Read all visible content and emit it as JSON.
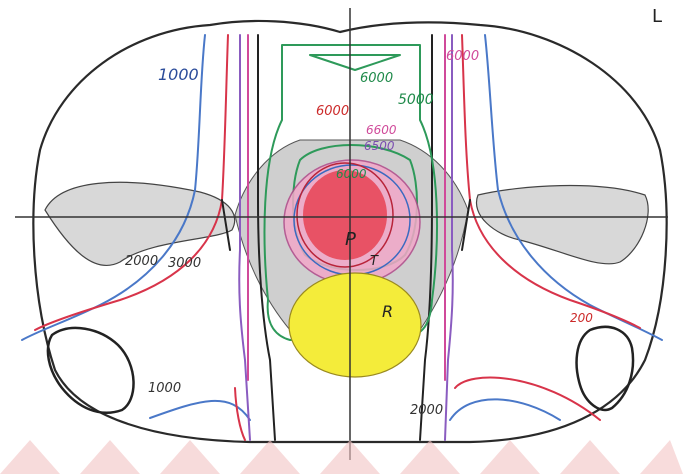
{
  "orientation_mark": "L",
  "organs": {
    "prostate": "P",
    "rectum": "R",
    "target": "T"
  },
  "isodose_labels": [
    {
      "text": "1000",
      "color": "#2b4c9a"
    },
    {
      "text": "6000",
      "color": "#1f8a4a"
    },
    {
      "text": "5000",
      "color": "#1f8a4a"
    },
    {
      "text": "6000",
      "color": "#d04a9a"
    },
    {
      "text": "6000",
      "color": "#cc2a2a"
    },
    {
      "text": "6600",
      "color": "#d04a9a"
    },
    {
      "text": "6500",
      "color": "#7a4db0"
    },
    {
      "text": "6000",
      "color": "#1f8a4a"
    },
    {
      "text": "2000",
      "color": "#333333"
    },
    {
      "text": "3000",
      "color": "#333333"
    },
    {
      "text": "200",
      "color": "#cc2a2a"
    },
    {
      "text": "2000",
      "color": "#333333"
    },
    {
      "text": "1000",
      "color": "#333333"
    }
  ],
  "colors": {
    "body_outline": "#2a2a2a",
    "bone_fill": "#d8d8d8",
    "prostate_fill": "#e8485a",
    "target_fill": "#f2a8c8",
    "rectum_fill": "#f4ec3a",
    "iso_blue": "#4a78c8",
    "iso_red": "#d8344a",
    "iso_green": "#2e9a5a",
    "iso_purple": "#8a5cc0",
    "iso_dark": "#222222",
    "axis": "#333333",
    "watermark": "#f3c4c4"
  }
}
